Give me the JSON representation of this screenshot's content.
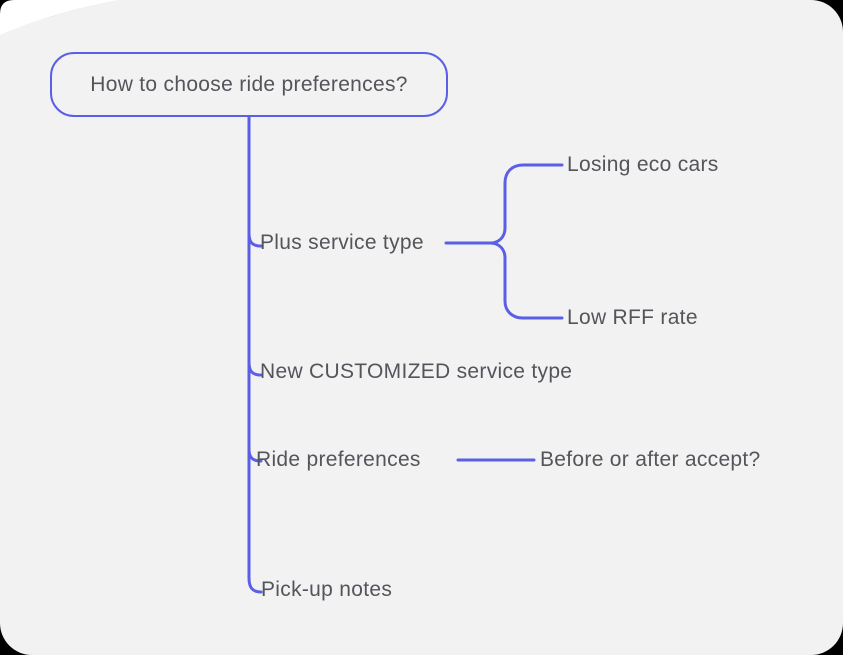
{
  "canvas": {
    "background_color": "#000000",
    "panel_color": "#F2F2F3",
    "corner_glow_color": "#FFFFFF",
    "line_color": "#5B5FE6",
    "text_color": "#54555B"
  },
  "mindmap": {
    "root": {
      "label": "How to choose ride preferences?"
    },
    "branches": [
      {
        "label": "Plus service type",
        "children": [
          {
            "label": "Losing eco cars"
          },
          {
            "label": "Low RFF rate"
          }
        ]
      },
      {
        "label": "New CUSTOMIZED service type"
      },
      {
        "label": "Ride preferences",
        "children": [
          {
            "label": "Before or after accept?"
          }
        ]
      },
      {
        "label": "Pick-up notes"
      }
    ]
  }
}
